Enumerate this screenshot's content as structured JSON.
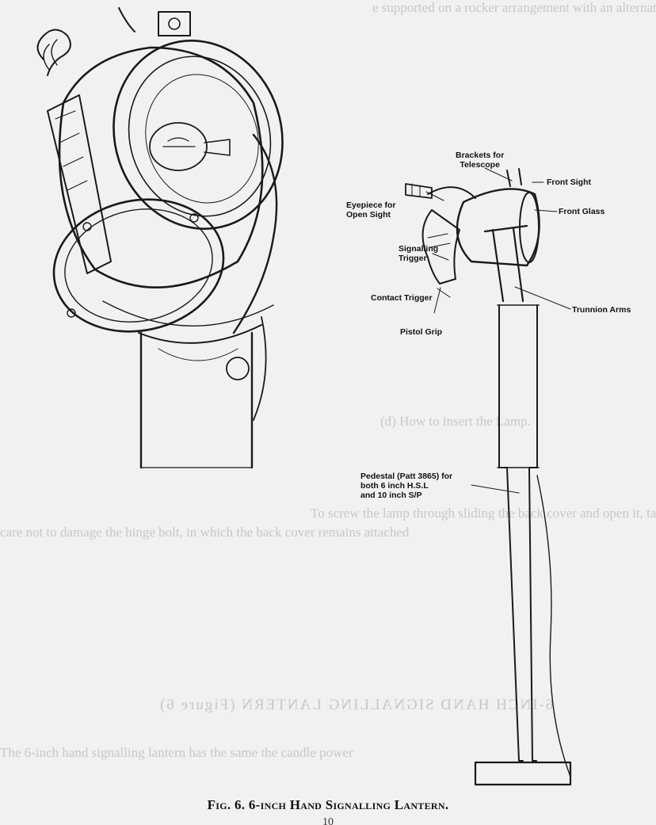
{
  "figure": {
    "caption": "Fig. 6.   6-inch Hand Signalling Lantern.",
    "page_number": "10"
  },
  "labels": {
    "brackets": "Brackets for\nTelescope",
    "front_sight": "Front Sight",
    "eyepiece": "Eyepiece for\nOpen Sight",
    "front_glass": "Front Glass",
    "signalling_trigger": "Signalling\nTrigger",
    "contact_trigger": "Contact Trigger",
    "trunnion_arms": "Trunnion Arms",
    "pistol_grip": "Pistol Grip",
    "pedestal": "Pedestal (Patt 3865) for\nboth 6 inch H.S.L\nand 10 inch S/P"
  },
  "background_text": {
    "lines": [
      "(d) How to insert the Lamp.",
      "To screw the lamp through sliding the back cover and open it, taking",
      "care not to damage the hinge bolt, in which the back cover remains attached",
      "6-INCH HAND SIGNALLING LANTERN (Figure 6)",
      "The 6-inch hand signalling lantern has the same the candle power"
    ]
  }
}
